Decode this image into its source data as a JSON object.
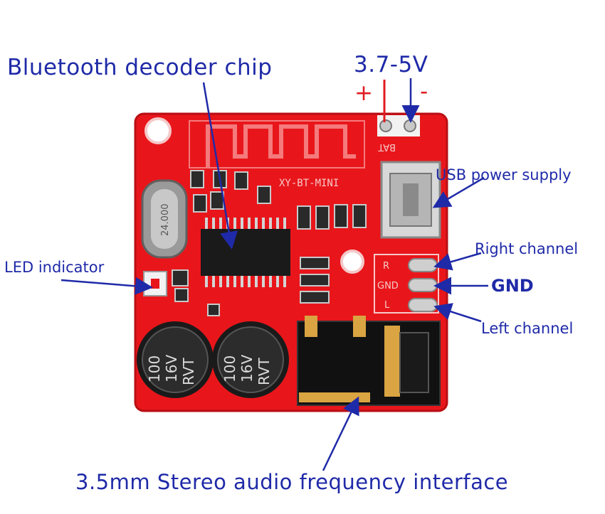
{
  "labels": {
    "chip": "Bluetooth decoder chip",
    "voltage": "3.7-5V",
    "plus": "+",
    "minus": "-",
    "usb": "USB power supply",
    "right": "Right channel",
    "gnd": "GND",
    "left": "Left channel",
    "led": "LED indicator",
    "jack": "3.5mm Stereo audio frequency interface"
  },
  "board": {
    "model": "XY-BT-MINI",
    "crystal": "24.000",
    "bat": "BAT",
    "pad_r": "R",
    "pad_gnd": "GND",
    "pad_l": "L",
    "cap1": [
      "100",
      "16V",
      "RVT"
    ],
    "cap2": [
      "100",
      "16V",
      "RVT"
    ]
  },
  "colors": {
    "board": "#e8161b",
    "label": "#1f2aa8",
    "accent": "#e11b22"
  }
}
